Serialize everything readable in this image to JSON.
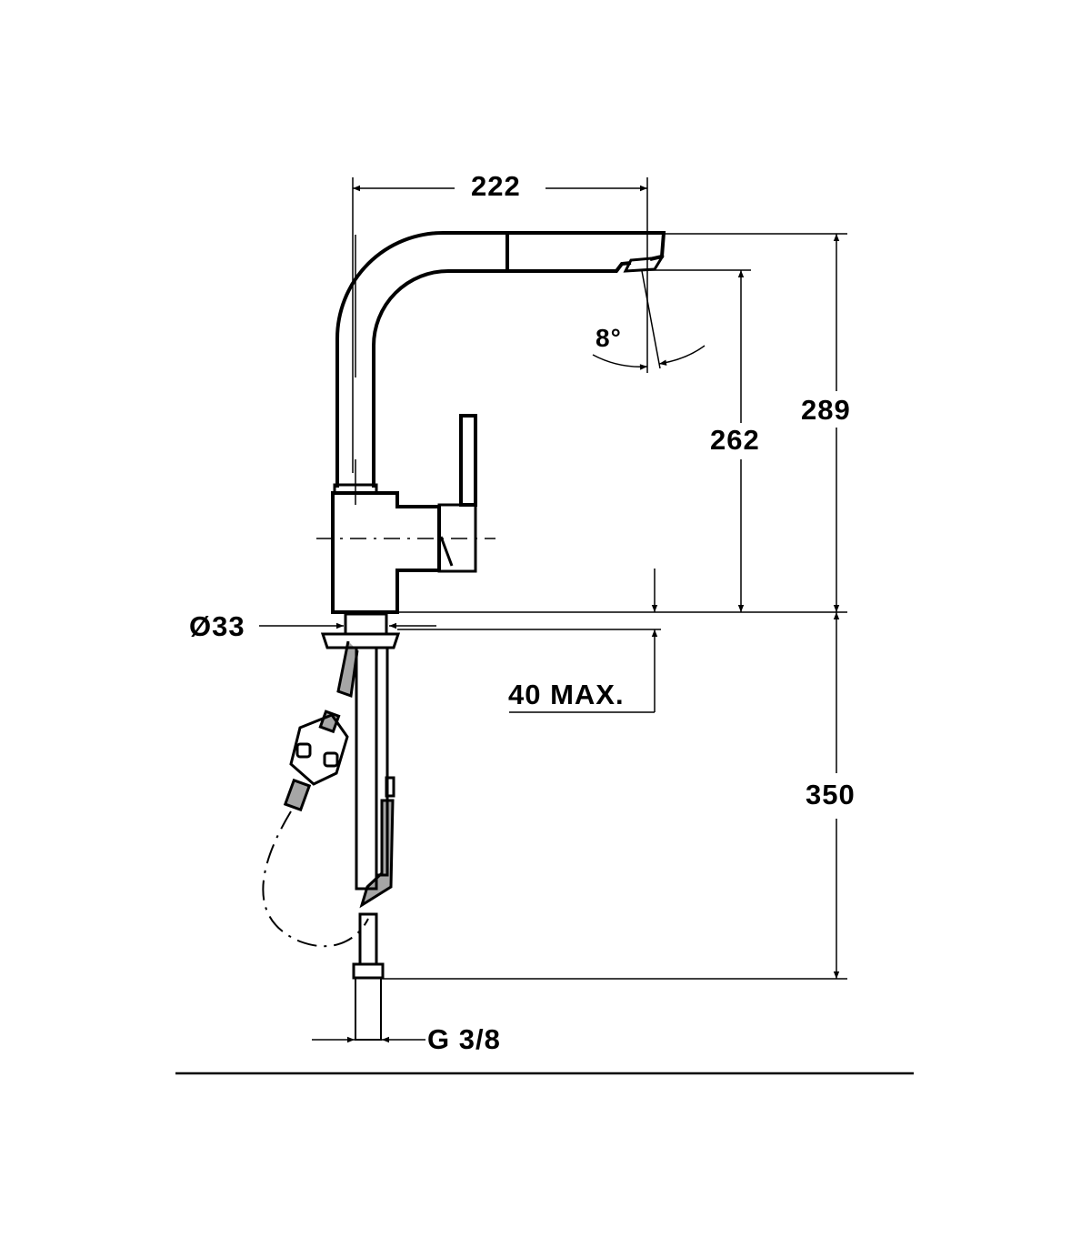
{
  "drawing": {
    "title": "Pull-out kitchen faucet side view dimensions",
    "dimensions": {
      "spout_reach": "222",
      "total_height": "289",
      "spout_height": "262",
      "spray_angle": "8°",
      "base_diameter": "Ø33",
      "deck_thickness": "40 MAX.",
      "hose_length": "350",
      "connection": "G 3/8"
    },
    "line_color": "#000000",
    "background": "#ffffff"
  }
}
